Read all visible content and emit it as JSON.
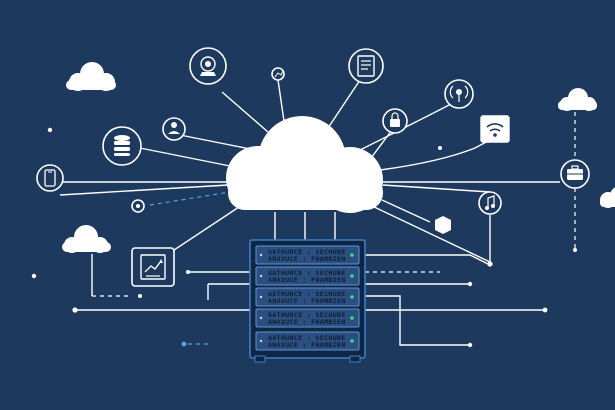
{
  "colors": {
    "background": "#1d3a5e",
    "line": "#ffffff",
    "server_frame": "#0f2744",
    "server_accent": "#3e7cc4",
    "led": "#3ddc84",
    "dashed_blue": "#5aa0e8"
  },
  "server": {
    "units": [
      {
        "line1": "GATHURCE : SECHUBE",
        "line2": "ANAVUCE : FNAMBIEN"
      },
      {
        "line1": "GATHURCE : SECHUBE",
        "line2": "ANAVUCE : FNAMBIEN"
      },
      {
        "line1": "GATHURCE : SECHUBE",
        "line2": "ANAVUCE : FNAMBIEN"
      },
      {
        "line1": "GATHURCE : SECHUBE",
        "line2": "ANAVUCE : FNAMBIEN"
      },
      {
        "line1": "GATHURCE : SECHUBE",
        "line2": "ANAVUCE : FNAMBIEN"
      }
    ]
  },
  "icons": [
    "cloud-icon",
    "webcam-icon",
    "chart-icon",
    "document-icon",
    "antenna-icon",
    "wifi-icon",
    "lock-icon",
    "music-icon",
    "hexagon-icon",
    "database-icon",
    "user-icon",
    "mobile-icon",
    "analytics-icon",
    "briefcase-icon",
    "gear-icon",
    "server-rack-icon"
  ]
}
